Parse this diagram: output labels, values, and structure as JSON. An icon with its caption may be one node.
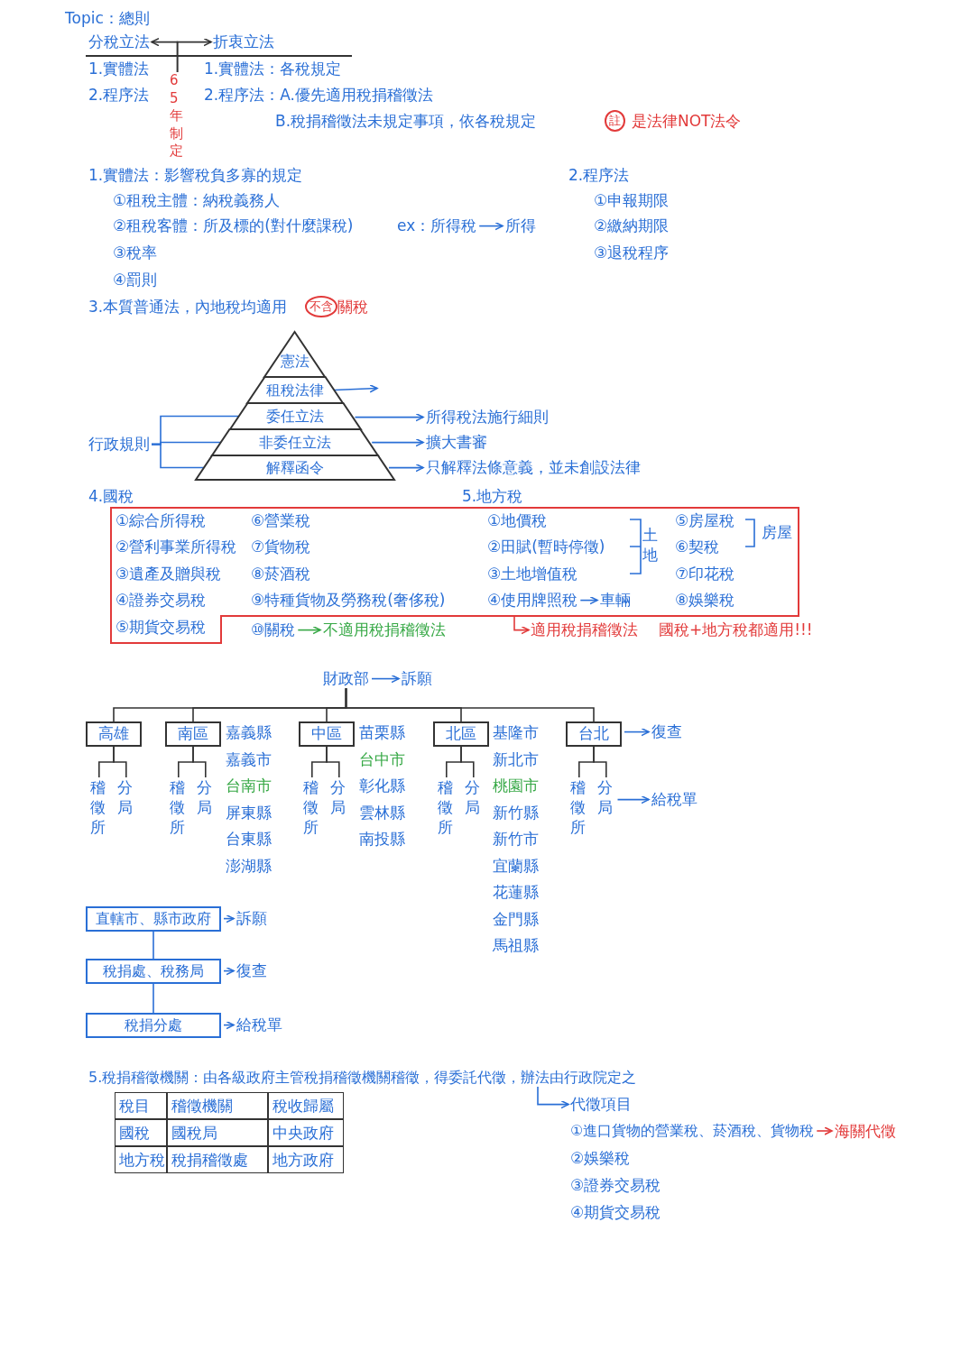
{
  "diagram": {
    "nodes": [
      {
        "text": [
          "分稅立法"
        ]
      },
      {
        "text": [
          "折衷立法"
        ]
      },
      {
        "text": [
          "65年制定"
        ]
      },
      {
        "text": [
          "憲法"
        ]
      },
      {
        "text": [
          "租稅法律"
        ]
      },
      {
        "text": [
          "委任立法"
        ]
      },
      {
        "text": [
          "非委任立法"
        ]
      },
      {
        "text": [
          "解釋函令"
        ]
      },
      {
        "text": [
          "所得稅法施行細則"
        ]
      },
      {
        "text": [
          "擴大書審"
        ]
      },
      {
        "text": [
          "只解釋法條意義，並未創設法律"
        ]
      },
      {
        "text": [
          "行政規則"
        ]
      },
      {
        "text": [],
        "shape": "box"
      },
      {
        "text": [
          "①綜合所得稅"
        ],
        "in": 12
      },
      {
        "text": [
          "②營利事業所得稅"
        ],
        "in": 12
      },
      {
        "text": [
          "③遺產及贈與稅"
        ],
        "in": 12
      },
      {
        "text": [
          "④證券交易稅"
        ],
        "in": 12
      },
      {
        "text": [
          "⑤期貨交易稅"
        ],
        "in": 12
      },
      {
        "text": [
          "⑥營業稅"
        ],
        "in": 12
      },
      {
        "text": [
          "⑦貨物稅"
        ],
        "in": 12
      },
      {
        "text": [
          "⑧菸酒稅"
        ],
        "in": 12
      },
      {
        "text": [
          "⑨特種貨物及勞務稅(奢侈稅)"
        ],
        "in": 12
      },
      {
        "text": [
          "①地價稅"
        ],
        "in": 12
      },
      {
        "text": [
          "②田賦(暫時停徵)"
        ],
        "in": 12
      },
      {
        "text": [
          "③土地增值稅"
        ],
        "in": 12
      },
      {
        "text": [
          "④使用牌照稅"
        ],
        "in": 12
      },
      {
        "text": [
          "車輛"
        ],
        "in": 12
      },
      {
        "text": [
          "⑤房屋稅"
        ],
        "in": 12
      },
      {
        "text": [
          "⑥契稅"
        ],
        "in": 12
      },
      {
        "text": [
          "⑦印花稅"
        ],
        "in": 12
      },
      {
        "text": [
          "⑧娛樂稅"
        ],
        "in": 12
      },
      {
        "text": [
          "⑩關稅"
        ]
      },
      {
        "text": [
          "不適用稅捐稽徵法"
        ]
      },
      {
        "text": [
          "適用稅捐稽徵法"
        ]
      },
      {
        "text": [
          "財政部"
        ]
      },
      {
        "text": [
          "訴願"
        ]
      },
      {
        "text": [
          "高雄"
        ]
      },
      {
        "text": [
          "南區"
        ]
      },
      {
        "text": [
          "中區"
        ]
      },
      {
        "text": [
          "北區"
        ]
      },
      {
        "text": [
          "台北"
        ]
      },
      {
        "text": [
          "復查"
        ]
      },
      {
        "text": [
          "稽徵所"
        ]
      },
      {
        "text": [
          "分局"
        ]
      },
      {
        "text": [
          "稽徵所"
        ]
      },
      {
        "text": [
          "分局"
        ]
      },
      {
        "text": [
          "稽徵所"
        ]
      },
      {
        "text": [
          "分局"
        ]
      },
      {
        "text": [
          "稽徵所"
        ]
      },
      {
        "text": [
          "分局"
        ]
      },
      {
        "text": [
          "稽徵所"
        ]
      },
      {
        "text": [
          "分局"
        ]
      },
      {
        "text": [
          "給稅單"
        ]
      },
      {
        "text": [
          "直轄市、縣市政府"
        ]
      },
      {
        "text": [
          "訴願"
        ]
      },
      {
        "text": [
          "稅捐處、稅務局"
        ]
      },
      {
        "text": [
          "復查"
        ]
      },
      {
        "text": [
          "稅捐分處"
        ]
      },
      {
        "text": [
          "給稅單"
        ]
      },
      {
        "text": [
          "ex：所得稅"
        ]
      },
      {
        "text": [
          "所得"
        ]
      },
      {
        "text": [
          "5.稅捐稽徵機關：由各級政府主管稅捐稽徵機關稽徵，得委託代徵，辦法由行政院定之"
        ]
      },
      {
        "text": [
          "代徵項目"
        ]
      },
      {
        "text": [
          "①進口貨物的營業稅、菸酒稅、貨物稅"
        ]
      },
      {
        "text": [
          "海關代徵"
        ]
      }
    ],
    "edges": [
      {
        "from": 2,
        "to": 0,
        "arrow": "to",
        "color": "#333333"
      },
      {
        "from": 2,
        "to": 1,
        "arrow": "to",
        "color": "#333333"
      },
      {
        "from": 4,
        "to": null,
        "arrow": "to"
      },
      {
        "from": 5,
        "to": 8,
        "arrow": "to"
      },
      {
        "from": 6,
        "to": 9,
        "arrow": "to"
      },
      {
        "from": 7,
        "to": 10,
        "arrow": "to"
      },
      {
        "from": 11,
        "to": 5,
        "arrow": "none"
      },
      {
        "from": 11,
        "to": 6,
        "arrow": "none"
      },
      {
        "from": 11,
        "to": 7,
        "arrow": "none"
      },
      {
        "from": 59,
        "to": 60,
        "arrow": "to"
      },
      {
        "from": 25,
        "to": 26,
        "arrow": "to"
      },
      {
        "from": 31,
        "to": 32,
        "arrow": "to",
        "color": "#36a845"
      },
      {
        "from": 12,
        "to": 33,
        "arrow": "to",
        "color": "#e23a3a"
      },
      {
        "from": 34,
        "to": 35,
        "arrow": "to"
      },
      {
        "from": 34,
        "to": 36,
        "arrow": "none",
        "color": "#333333"
      },
      {
        "from": 34,
        "to": 37,
        "arrow": "none",
        "color": "#333333"
      },
      {
        "from": 34,
        "to": 38,
        "arrow": "none",
        "color": "#333333"
      },
      {
        "from": 34,
        "to": 39,
        "arrow": "none",
        "color": "#333333"
      },
      {
        "from": 34,
        "to": 40,
        "arrow": "none",
        "color": "#333333"
      },
      {
        "from": 40,
        "to": 41,
        "arrow": "to"
      },
      {
        "from": 36,
        "to": 42,
        "arrow": "none",
        "color": "#333333"
      },
      {
        "from": 36,
        "to": 43,
        "arrow": "none",
        "color": "#333333"
      },
      {
        "from": 37,
        "to": 44,
        "arrow": "none",
        "color": "#333333"
      },
      {
        "from": 37,
        "to": 45,
        "arrow": "none",
        "color": "#333333"
      },
      {
        "from": 38,
        "to": 46,
        "arrow": "none",
        "color": "#333333"
      },
      {
        "from": 38,
        "to": 47,
        "arrow": "none",
        "color": "#333333"
      },
      {
        "from": 39,
        "to": 48,
        "arrow": "none",
        "color": "#333333"
      },
      {
        "from": 39,
        "to": 49,
        "arrow": "none",
        "color": "#333333"
      },
      {
        "from": 40,
        "to": 50,
        "arrow": "none",
        "color": "#333333"
      },
      {
        "from": 40,
        "to": 51,
        "arrow": "none",
        "color": "#333333"
      },
      {
        "from": 51,
        "to": 52,
        "arrow": "to"
      },
      {
        "from": 53,
        "to": 54,
        "arrow": "to"
      },
      {
        "from": 53,
        "to": 55,
        "arrow": "none"
      },
      {
        "from": 55,
        "to": 56,
        "arrow": "to"
      },
      {
        "from": 55,
        "to": 57,
        "arrow": "none"
      },
      {
        "from": 57,
        "to": 58,
        "arrow": "to"
      },
      {
        "from": 61,
        "to": 62,
        "arrow": "to"
      },
      {
        "from": 63,
        "to": 64,
        "arrow": "to",
        "color": "#e23a3a"
      }
    ],
    "labels": [
      "Topic：總則",
      "1.實體法",
      "2.程序法",
      "1.實體法：各稅規定",
      "2.程序法：A.優先適用稅捐稽徵法",
      "B.稅捐稽徵法未規定事項，依各稅規定",
      "註",
      "是法律NOT法令",
      "1.實體法：影響稅負多寡的規定",
      "①租稅主體：納稅義務人",
      "②租稅客體：所及標的(對什麼課稅)",
      "③稅率",
      "④罰則",
      "2.程序法",
      "①申報期限",
      "②繳納期限",
      "③退稅程序",
      "3.本質普通法，內地稅均適用",
      "不含",
      "關稅",
      "4.國稅",
      "5.地方稅",
      "土地",
      "房屋",
      "國稅+地方稅都適用!!!",
      "嘉義縣",
      "嘉義市",
      "台南市",
      "屏東縣",
      "台東縣",
      "澎湖縣",
      "苗栗縣",
      "台中市",
      "彰化縣",
      "雲林縣",
      "南投縣",
      "基隆市",
      "新北市",
      "桃園市",
      "新竹縣",
      "新竹市",
      "宜蘭縣",
      "花蓮縣",
      "金門縣",
      "馬祖縣",
      "稅目",
      "稽徵機關",
      "稅收歸屬",
      "國稅",
      "國稅局",
      "中央政府",
      "地方稅",
      "稅捐稽徵處",
      "地方政府",
      "②娛樂稅",
      "③證券交易稅",
      "④期貨交易稅"
    ]
  }
}
